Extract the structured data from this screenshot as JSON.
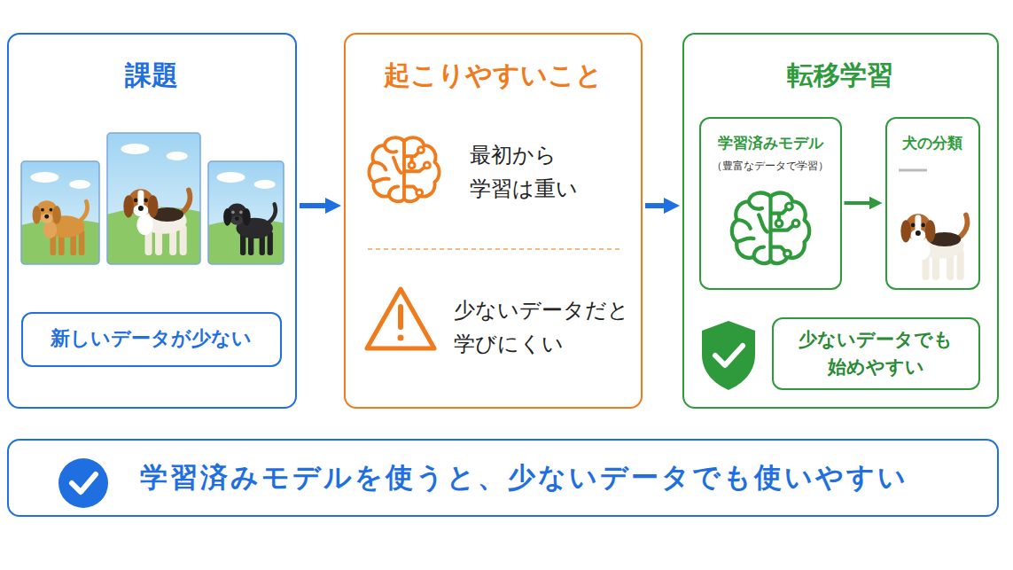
{
  "diagram": {
    "nodes": [
      {
        "text": [
          "課題"
        ]
      },
      {
        "text": [
          "新しいデータが少ない"
        ],
        "in": 0
      },
      {
        "text": [
          "起こりやすいこと",
          "最初から 学習は重い",
          "少ないデータだと 学びにくい"
        ]
      },
      {
        "text": [
          "転移学習"
        ]
      },
      {
        "text": [
          "学習済みモデル",
          "（豊富なデータで学習）"
        ],
        "in": 3
      },
      {
        "text": [
          "犬の分類"
        ],
        "in": 3
      },
      {
        "text": [
          "少ないデータでも 始めやすい"
        ],
        "in": 3
      },
      {
        "text": [
          "学習済みモデルを使うと、少ないデータでも使いやすい"
        ]
      }
    ],
    "edges": [
      {
        "from": 0,
        "to": 2,
        "arrow": "to"
      },
      {
        "from": 2,
        "to": 3,
        "arrow": "to"
      },
      {
        "from": 4,
        "to": 5,
        "arrow": "to"
      }
    ]
  }
}
